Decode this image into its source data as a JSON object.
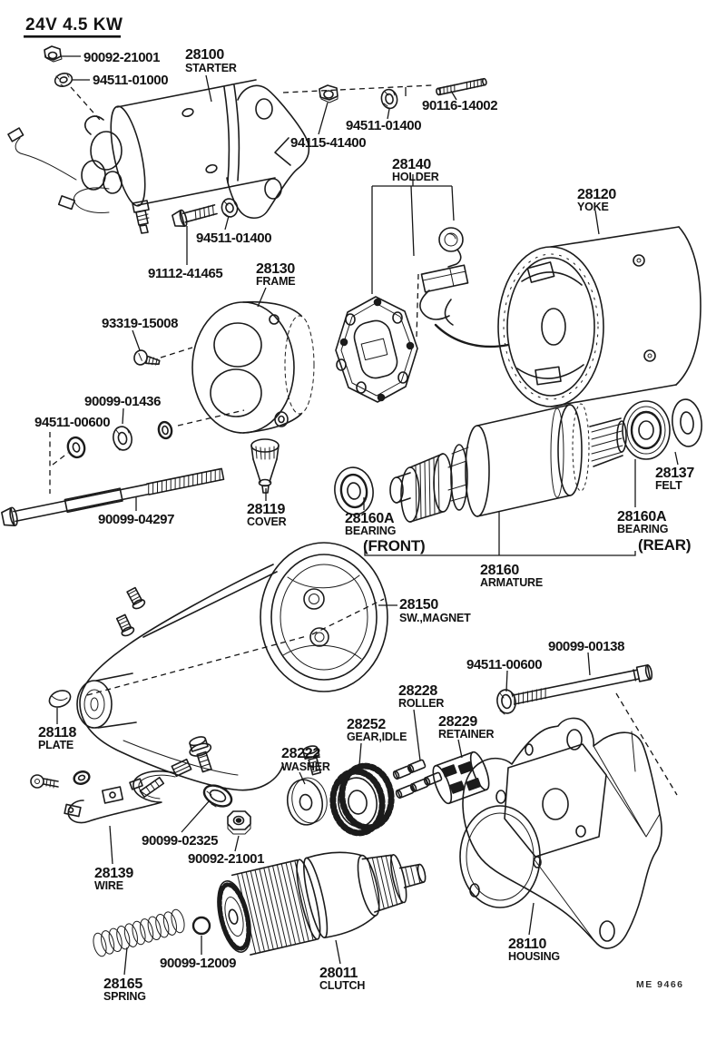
{
  "page": {
    "spec": "24V 4.5 KW",
    "doc_code": "ME 9466"
  },
  "parts": {
    "starter": {
      "code": "28100",
      "name": "STARTER"
    },
    "holder": {
      "code": "28140",
      "name": "HOLDER"
    },
    "yoke": {
      "code": "28120",
      "name": "YOKE"
    },
    "frame": {
      "code": "28130",
      "name": "FRAME"
    },
    "cover": {
      "code": "28119",
      "name": "COVER"
    },
    "bearing_front": {
      "code": "28160A",
      "name": "BEARING",
      "note": "(FRONT)"
    },
    "bearing_rear": {
      "code": "28160A",
      "name": "BEARING",
      "note": "(REAR)"
    },
    "felt": {
      "code": "28137",
      "name": "FELT"
    },
    "armature": {
      "code": "28160",
      "name": "ARMATURE"
    },
    "sw_magnet": {
      "code": "28150",
      "name": "SW.,MAGNET"
    },
    "roller": {
      "code": "28228",
      "name": "ROLLER"
    },
    "retainer": {
      "code": "28229",
      "name": "RETAINER"
    },
    "gear_idle": {
      "code": "28252",
      "name": "GEAR,IDLE"
    },
    "washer_thrust": {
      "code": "28222",
      "name": "WASHER"
    },
    "plate": {
      "code": "28118",
      "name": "PLATE"
    },
    "wire": {
      "code": "28139",
      "name": "WIRE"
    },
    "clutch": {
      "code": "28011",
      "name": "CLUTCH"
    },
    "spring": {
      "code": "28165",
      "name": "SPRING"
    },
    "housing": {
      "code": "28110",
      "name": "HOUSING"
    }
  },
  "fasteners": {
    "nut_top": "90092-21001",
    "washer_top": "94511-01000",
    "nut_mid_top": "94115-41400",
    "lockwasher_top": "94511-01400",
    "stud_top": "90116-14002",
    "lockwasher_frame": "94511-01400",
    "bolt_frame": "91112-41465",
    "screw_frame": "93319-15008",
    "washer_through": "90099-01436",
    "lockwasher_left": "94511-00600",
    "bolt_through": "90099-04297",
    "bolt_magnet": "90099-00138",
    "lockwasher_magnet": "94511-00600",
    "washer_terminal": "90099-02325",
    "nut_terminal": "90092-21001",
    "snap_ring": "90099-12009"
  }
}
